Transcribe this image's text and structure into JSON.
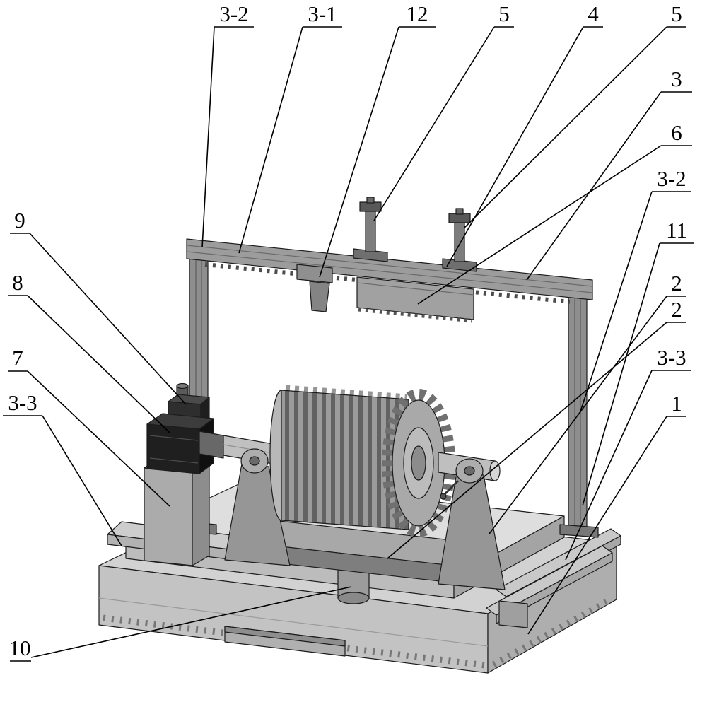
{
  "figure": {
    "kind": "patent-style isometric technical drawing of a gear-rotor test rig",
    "background_color": "#ffffff",
    "line_color": "#000000"
  },
  "labels": [
    {
      "text": "3-2"
    },
    {
      "text": "3-1"
    },
    {
      "text": "12"
    },
    {
      "text": "5"
    },
    {
      "text": "4"
    },
    {
      "text": "5"
    },
    {
      "text": "3"
    },
    {
      "text": "6"
    },
    {
      "text": "3-2"
    },
    {
      "text": "11"
    },
    {
      "text": "2"
    },
    {
      "text": "2"
    },
    {
      "text": "3-3"
    },
    {
      "text": "1"
    },
    {
      "text": "9"
    },
    {
      "text": "8"
    },
    {
      "text": "7"
    },
    {
      "text": "3-3"
    },
    {
      "text": "10"
    }
  ]
}
